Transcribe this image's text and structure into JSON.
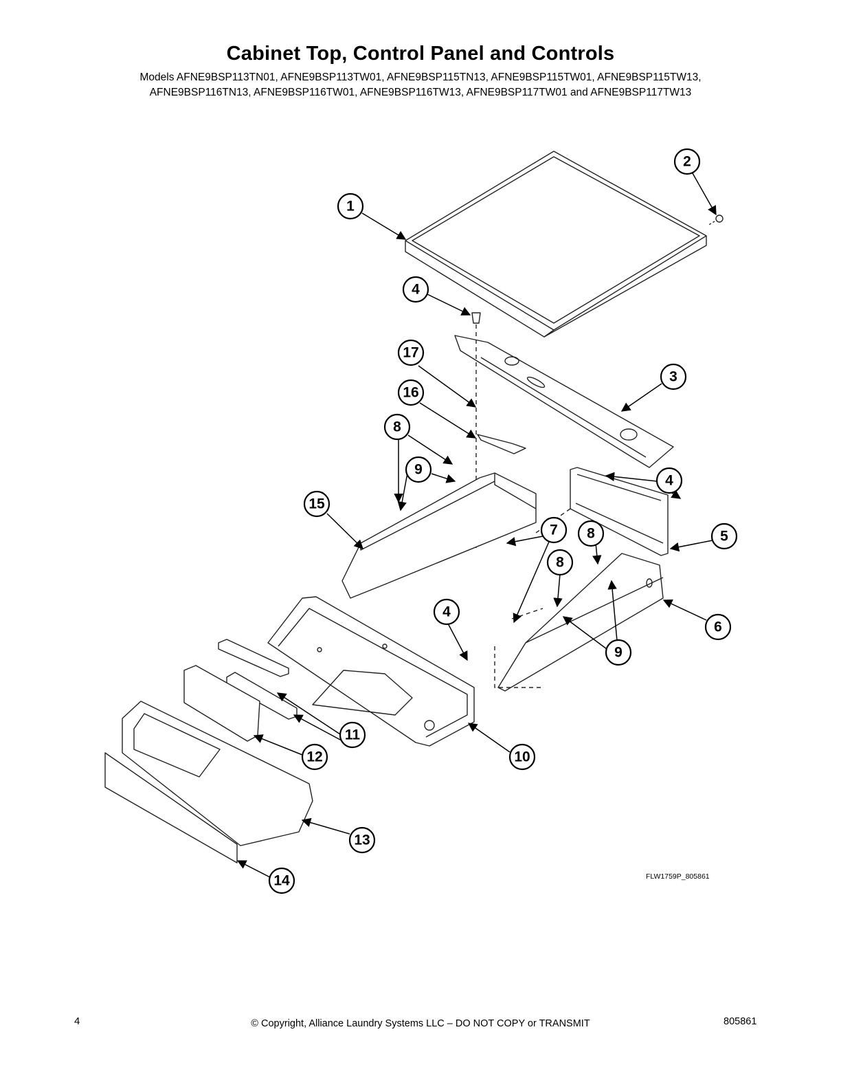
{
  "header": {
    "title": "Cabinet Top, Control Panel and Controls",
    "models_line1": "Models AFNE9BSP113TN01, AFNE9BSP113TW01, AFNE9BSP115TN13, AFNE9BSP115TW01, AFNE9BSP115TW13,",
    "models_line2": "AFNE9BSP116TN13, AFNE9BSP116TW01, AFNE9BSP116TW13, AFNE9BSP117TW01 and AFNE9BSP117TW13"
  },
  "diagram": {
    "drawing_id": "FLW1759P_805861",
    "callouts": [
      "1",
      "2",
      "3",
      "4",
      "4",
      "4",
      "5",
      "6",
      "7",
      "8",
      "8",
      "8",
      "9",
      "9",
      "10",
      "11",
      "12",
      "13",
      "14",
      "15",
      "16",
      "17"
    ]
  },
  "footer": {
    "page_number": "4",
    "copyright": "© Copyright, Alliance Laundry Systems LLC – DO NOT COPY or TRANSMIT",
    "document_number": "805861"
  }
}
